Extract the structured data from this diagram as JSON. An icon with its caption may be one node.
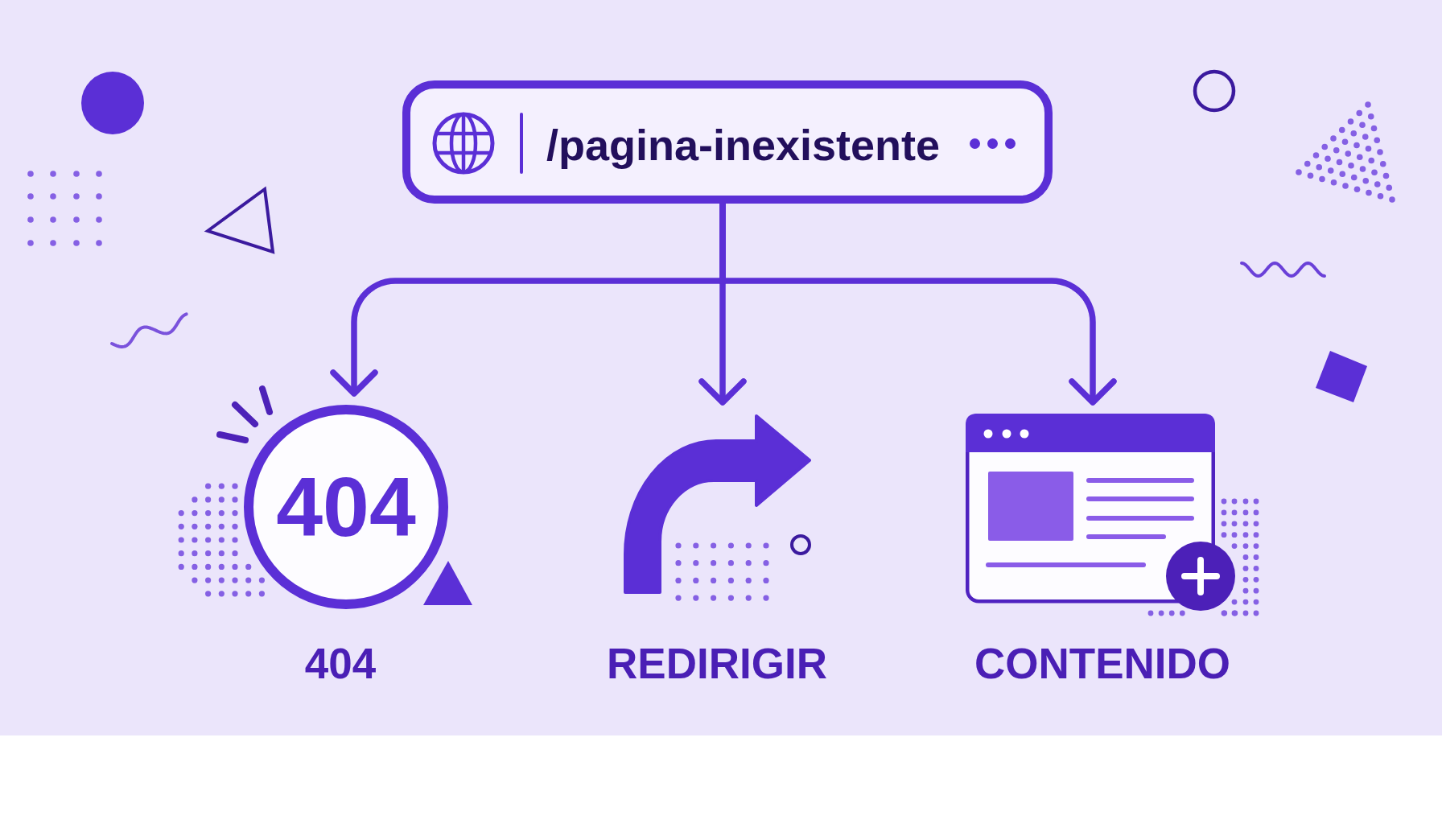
{
  "diagram": {
    "nodes": [
      {
        "text": [
          "/pagina-inexistente"
        ]
      },
      {
        "text": [
          "404"
        ],
        "beside": [
          "404"
        ]
      },
      {
        "text": [],
        "shape": "picture",
        "beside": [
          "REDIRIGIR"
        ]
      },
      {
        "text": [],
        "shape": "picture",
        "beside": [
          "CONTENIDO"
        ]
      }
    ],
    "edges": [
      {
        "from": 0,
        "to": 1,
        "arrow": "to"
      },
      {
        "from": 0,
        "to": 2,
        "arrow": "to"
      },
      {
        "from": 0,
        "to": 3,
        "arrow": "to"
      }
    ]
  }
}
